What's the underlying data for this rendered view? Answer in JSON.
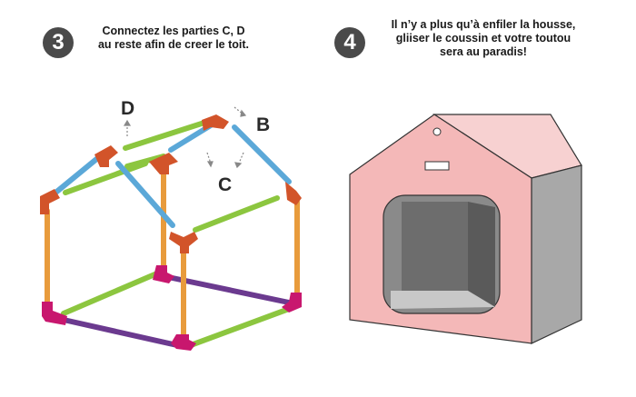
{
  "step3": {
    "number": "3",
    "line1": "Connectez les parties C, D",
    "line2": "au reste afin de creer le toit.",
    "labels": {
      "d": "D",
      "b": "B",
      "c": "C"
    }
  },
  "step4": {
    "number": "4",
    "line1": "Il n’y a plus qu’à enfiler la housse,",
    "line2": "gliiser le coussin et votre toutou",
    "line3": "sera au paradis!"
  },
  "colors": {
    "badge": "#4a4a4a",
    "blue_tube": "#5ba8d8",
    "green_tube": "#8cc63f",
    "orange_tube": "#e89b3c",
    "purple_tube": "#6b3a8f",
    "red_connector": "#d2542a",
    "magenta_connector": "#c8176e",
    "house_cover": "#f4b8b8",
    "house_side": "#a8a8a8"
  },
  "illustrations": {
    "frame": "pvc-tube-frame-assembly",
    "house": "fabric-dog-house-cover"
  }
}
